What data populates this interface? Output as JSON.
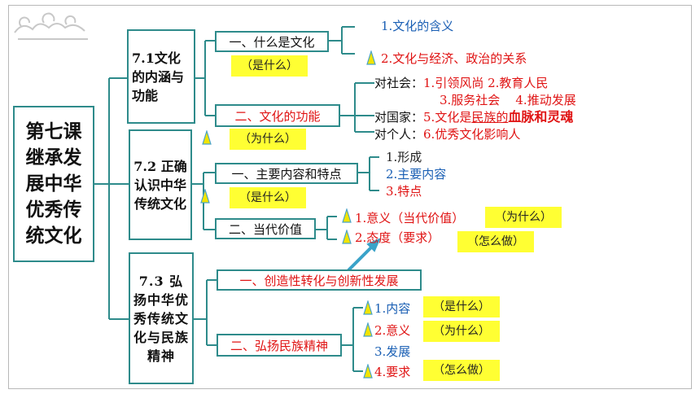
{
  "main_title": "第七课 继承发展中华优秀传统文化",
  "sections": [
    {
      "title": "7.1文化的内涵与功能",
      "topics": [
        {
          "label": "一、什么是文化",
          "tag": "（是什么）",
          "items": [
            "1.文化的含义",
            "2.文化与经济、政治的关系"
          ]
        },
        {
          "label": "二、文化的功能",
          "tag": "（为什么）",
          "groups": [
            {
              "prefix": "对社会：",
              "lines": [
                "1.引领风尚 2.教育人民",
                "3.服务社会    4.推动发展"
              ]
            },
            {
              "prefix": "对国家：",
              "text_a": "5.文化是",
              "text_b": "民族的",
              "text_c": "血脉和灵魂"
            },
            {
              "prefix": "对个人：",
              "text": "6.优秀文化影响人"
            }
          ]
        }
      ]
    },
    {
      "title": "7.2 正确认识中华传统文化",
      "topics": [
        {
          "label": "一、主要内容和特点",
          "tag": "（是什么）",
          "items": [
            "1.形成",
            "2.主要内容",
            "3.特点"
          ]
        },
        {
          "label": "二、当代价值",
          "items": [
            {
              "text": "1.意义（当代价值）",
              "tag": "（为什么）"
            },
            {
              "text": "2.态度（要求）",
              "tag": "（怎么做）"
            }
          ]
        }
      ]
    },
    {
      "title": "7.3 弘扬中华优秀传统文化与民族精神",
      "topics": [
        {
          "label": "一、创造性转化与创新性发展"
        },
        {
          "label": "二、弘扬民族精神",
          "items": [
            {
              "text": "1.内容",
              "tag": "（是什么）"
            },
            {
              "text": "2.意义",
              "tag": "（为什么）"
            },
            {
              "text": "3.发展"
            },
            {
              "text": "4.要求",
              "tag": "（怎么做）"
            }
          ]
        }
      ]
    }
  ],
  "colors": {
    "box_border": "#2e8b8b",
    "red": "#e01414",
    "blue": "#1a5fb4",
    "highlight": "#ffff33",
    "arrow": "#3aa3c9",
    "triangle": "#f2e400"
  },
  "icons": [
    "cloud-ornament-icon",
    "triangle-marker-icon",
    "arrow-up-right-icon"
  ]
}
